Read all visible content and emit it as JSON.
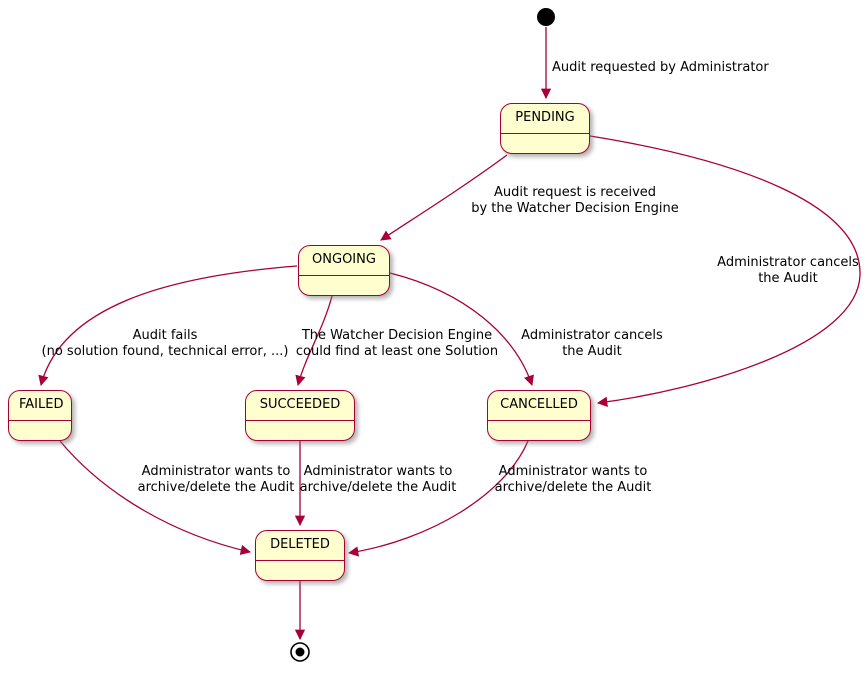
{
  "diagram": {
    "type": "state-diagram",
    "colors": {
      "state_fill": "#FEFECE",
      "state_border": "#A80036",
      "arrow": "#A80036",
      "text": "#000000",
      "background": "#FFFFFF"
    },
    "states": [
      {
        "name": "PENDING"
      },
      {
        "name": "ONGOING"
      },
      {
        "name": "FAILED"
      },
      {
        "name": "SUCCEEDED"
      },
      {
        "name": "CANCELLED"
      },
      {
        "name": "DELETED"
      }
    ],
    "initial_state": "initial",
    "final_state": "final",
    "transitions": [
      {
        "from": "initial",
        "to": "PENDING",
        "label": [
          "Audit requested by Administrator"
        ]
      },
      {
        "from": "PENDING",
        "to": "ONGOING",
        "label": [
          "Audit request is received",
          "by the Watcher Decision Engine"
        ]
      },
      {
        "from": "PENDING",
        "to": "CANCELLED",
        "label": [
          "Administrator cancels",
          "the Audit"
        ]
      },
      {
        "from": "ONGOING",
        "to": "FAILED",
        "label": [
          "Audit fails",
          "(no solution found, technical error, ...)"
        ]
      },
      {
        "from": "ONGOING",
        "to": "SUCCEEDED",
        "label": [
          "The Watcher Decision Engine",
          "could find at least one Solution"
        ]
      },
      {
        "from": "ONGOING",
        "to": "CANCELLED",
        "label": [
          "Administrator cancels",
          "the Audit"
        ]
      },
      {
        "from": "FAILED",
        "to": "DELETED",
        "label": [
          "Administrator wants to",
          "archive/delete the Audit"
        ]
      },
      {
        "from": "SUCCEEDED",
        "to": "DELETED",
        "label": [
          "Administrator wants to",
          "archive/delete the Audit"
        ]
      },
      {
        "from": "CANCELLED",
        "to": "DELETED",
        "label": [
          "Administrator wants to",
          "archive/delete the Audit"
        ]
      },
      {
        "from": "DELETED",
        "to": "final",
        "label": []
      }
    ]
  }
}
